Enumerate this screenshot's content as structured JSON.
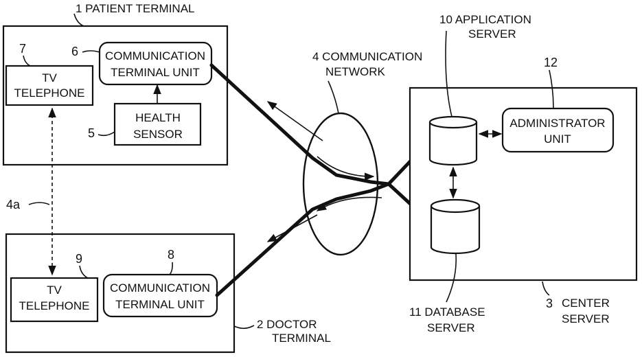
{
  "labels": {
    "patient_terminal": "1 PATIENT TERMINAL",
    "doctor_terminal_l1": "2 DOCTOR",
    "doctor_terminal_l2": "TERMINAL",
    "center_server_num": "3",
    "center_server_l1": "CENTER",
    "center_server_l2": "SERVER",
    "network_l1": "4 COMMUNICATION",
    "network_l2": "NETWORK",
    "link_4a": "4a",
    "health_sensor_num": "5",
    "health_sensor_l1": "HEALTH",
    "health_sensor_l2": "SENSOR",
    "comm_unit_patient_num": "6",
    "comm_unit_patient_l1": "COMMUNICATION",
    "comm_unit_patient_l2": "TERMINAL UNIT",
    "tv_patient_num": "7",
    "tv_patient_l1": "TV",
    "tv_patient_l2": "TELEPHONE",
    "comm_unit_doctor_num": "8",
    "comm_unit_doctor_l1": "COMMUNICATION",
    "comm_unit_doctor_l2": "TERMINAL UNIT",
    "tv_doctor_num": "9",
    "tv_doctor_l1": "TV",
    "tv_doctor_l2": "TELEPHONE",
    "app_server_l1": "10 APPLICATION",
    "app_server_l2": "SERVER",
    "db_server_l1": "11 DATABASE",
    "db_server_l2": "SERVER",
    "admin_unit_num": "12",
    "admin_unit_l1": "ADMINISTRATOR",
    "admin_unit_l2": "UNIT"
  }
}
